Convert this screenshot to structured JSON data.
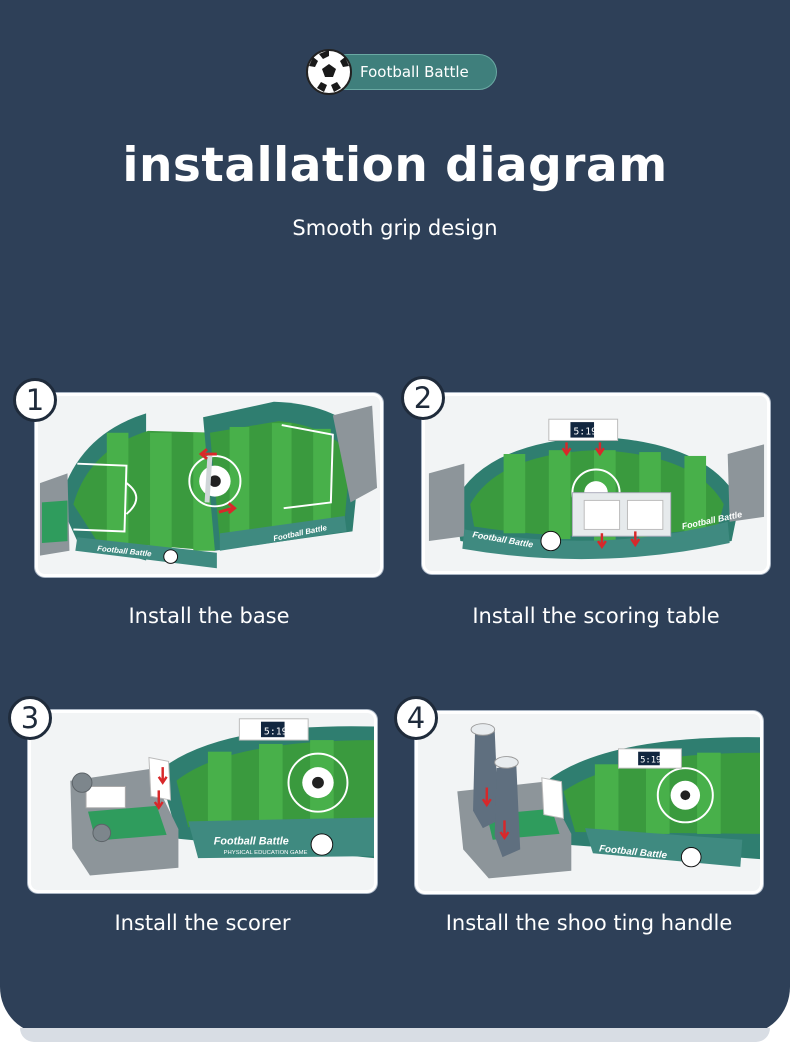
{
  "badge": {
    "label": "Football Battle",
    "icon": "soccer-ball-icon"
  },
  "header": {
    "title": "installation diagram",
    "subtitle": "Smooth grip design"
  },
  "steps": [
    {
      "number": "1",
      "caption": "Install the base"
    },
    {
      "number": "2",
      "caption": "Install the scoring table"
    },
    {
      "number": "3",
      "caption": "Install the scorer"
    },
    {
      "number": "4",
      "caption": "Install the shoo ting handle"
    }
  ],
  "product": {
    "brand": "Football Battle",
    "tagline": "PHYSICAL EDUCATION GAME",
    "score": "5:19"
  },
  "colors": {
    "background": "#2e4058",
    "pitch": "#3f9b3a",
    "rail": "#3f7f7c",
    "arrow": "#d8282a"
  }
}
